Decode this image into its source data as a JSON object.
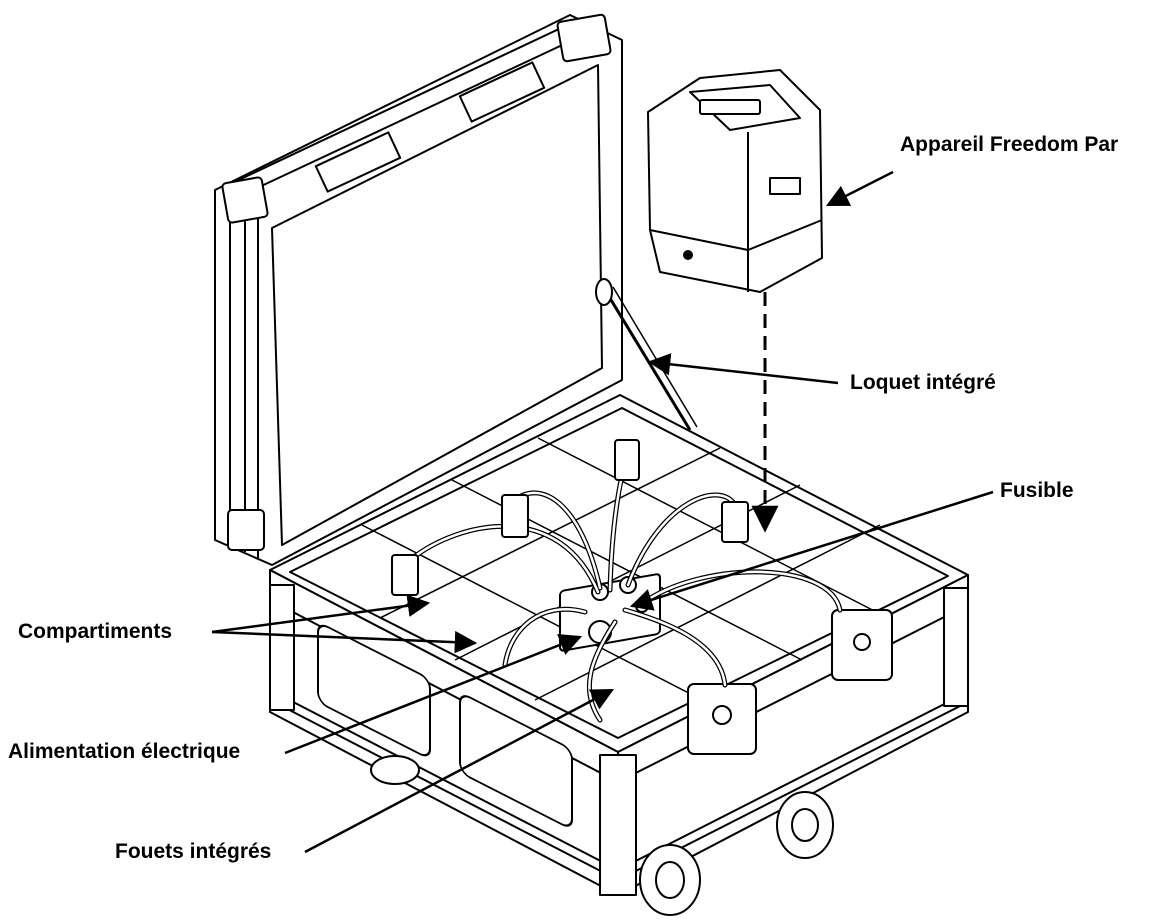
{
  "labels": {
    "fixture": "Appareil Freedom Par",
    "latch": "Loquet intégré",
    "fuse": "Fusible",
    "compartments": "Compartiments",
    "power_supply": "Alimentation électrique",
    "whips": "Fouets intégrés"
  },
  "colors": {
    "line": "#000000",
    "background": "#ffffff"
  }
}
